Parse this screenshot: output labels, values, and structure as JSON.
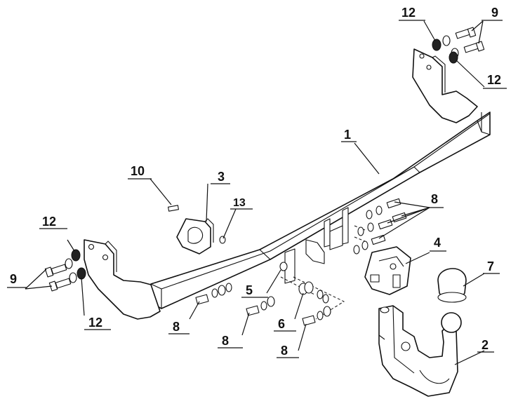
{
  "diagram": {
    "callouts": {
      "c1": "1",
      "c2": "2",
      "c3": "3",
      "c4": "4",
      "c5": "5",
      "c6": "6",
      "c7": "7",
      "c8a": "8",
      "c8b": "8",
      "c8c": "8",
      "c8d": "8",
      "c9a": "9",
      "c9b": "9",
      "c10": "10",
      "c12a": "12",
      "c12b": "12",
      "c12c": "12",
      "c12d": "12",
      "c13": "13"
    }
  }
}
